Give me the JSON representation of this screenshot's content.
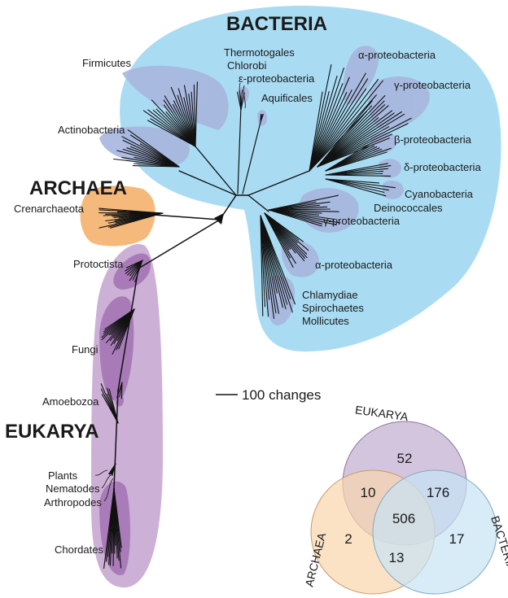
{
  "domains": {
    "bacteria": "BACTERIA",
    "archaea": "ARCHAEA",
    "eukarya": "EUKARYA"
  },
  "bacteria_groups": {
    "firmicutes": "Firmicutes",
    "actinobacteria": "Actinobacteria",
    "thermotogales": "Thermotogales",
    "chlorobi": "Chlorobi",
    "epsilon": "ε-proteobacteria",
    "aquificales": "Aquificales",
    "alpha_top": "α-proteobacteria",
    "gamma_top": "γ-proteobacteria",
    "beta": "β-proteobacteria",
    "delta": "δ-proteobacteria",
    "cyanobacteria": "Cyanobacteria",
    "deinococcales": "Deinococcales",
    "gamma_mid": "γ-proteobacteria",
    "alpha_mid": "α-proteobacteria",
    "chlamydiae": "Chlamydiae",
    "spirochaetes": "Spirochaetes",
    "mollicutes": "Mollicutes"
  },
  "archaea_groups": {
    "crenarchaeota": "Crenarchaeota"
  },
  "eukarya_groups": {
    "protoctista": "Protoctista",
    "fungi": "Fungi",
    "amoebozoa": "Amoebozoa",
    "plants": "Plants",
    "nematodes": "Nematodes",
    "arthropodes": "Arthropodes",
    "chordates": "Chordates"
  },
  "scale_bar": "100 changes",
  "venn": {
    "labels": {
      "eukarya": "EUKARYA",
      "archaea": "ARCHAEA",
      "bacteria": "BACTERIA"
    },
    "counts": {
      "eukarya_only": "52",
      "archaea_eukarya": "10",
      "eukarya_bacteria": "176",
      "all_three": "506",
      "archaea_only": "2",
      "bacteria_only": "17",
      "archaea_bacteria": "13"
    },
    "colors": {
      "eukarya": "#cdbbd9",
      "archaea": "#f9d6ad",
      "bacteria": "#c7e4f5"
    }
  },
  "colors": {
    "bacteria_bg": "#a9dcf3",
    "bacteria_group": "#a8b6df",
    "archaea_bg": "#f6b97c",
    "eukarya_bg": "#c9a9d2",
    "eukarya_group": "#9c6aae",
    "ink": "#111111"
  }
}
